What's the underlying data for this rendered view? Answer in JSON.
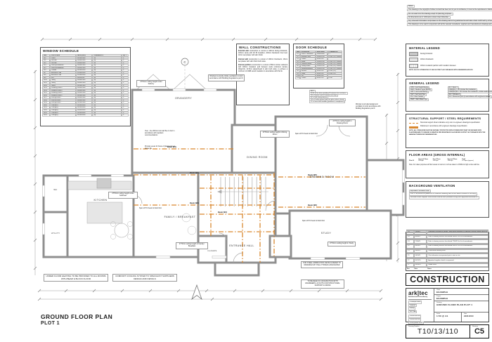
{
  "notes": {
    "lines": [
      "Notes:",
      "This drawing is the copyright of Arktec Ltd and has been lent to you in confidence; it must not be reproduced or disclosed to third parties without our prior permission.",
      "Do not scale from this drawing except for planning purposes.",
      "All dimensions are in millimetres unless noted otherwise.",
      "Any screened information incorporated on this drawing cannot be guaranteed as accurate unless confirmed by a fixed dimension.",
      "This drawing is to be read in conjunction with all the relevant consultants, suppliers and manufacturers drawings and information."
    ]
  },
  "material": {
    "title": "MATERIAL LEGEND",
    "items": [
      "Facing brickwork",
      "100mm blockwork",
      "100mm studwork partition with insulation between"
    ],
    "note": "NOTE: BLOCK STRENGTHS TO BE IN STRICT ACCORDANCE WITH ENGINEERS ADVICE"
  },
  "general": {
    "title": "GENERAL LEGEND",
    "left": [
      "FHB = Full Height Boxing",
      "MLB = Medium Level Boxing",
      "LLB = Low Level Boxing",
      "SVP = Soil Vent Pipe",
      "FS = Floor Socket",
      "RWP = Rain Water Pipe"
    ],
    "right": [
      "D1 = Door 1",
      "FD30(SC) = 30 minutes fire resistance",
      "FD30(SC)SS = 30 minutes fire resistance, smoke seals & cold smoke seals, self closing door",
      "W1 = Window 1",
      "MJ = Movement joint (in accordance with engineers details)"
    ]
  },
  "structural": {
    "title": "STRUCTURAL SUPPORT / STEEL REQUIREMENTS",
    "dashed_label": "Structural support shown indicative only, refer to engineers drawings & specification",
    "solid_label": "Padstones in accordance with engineers drawings & specification",
    "note": "NOTE: ALL STEELWORK MUST BE SUITABLY PROTECTED WITH INTUMESCENT PAINT OR ENCASED WITH PLASTERBOARD TO ENSURE 30 MINUTES FIRE RESISTANCE IS ACHIEVED IN STRICT ACCORDANCE WITH THE MANUFACTURERS RECOMMENDATIONS"
  },
  "floor_areas": {
    "title": "FLOOR AREAS (GROSS INTERNAL)",
    "headers": [
      "",
      "Ground Floor",
      "First Floor",
      "Second Floor",
      "Total"
    ],
    "row": [
      "Plot 01",
      "236sqm",
      "201sqm",
      "134sqm",
      "571sqm (approx)"
    ],
    "note": "Note: For sales purposes all floor areas to rooms in roof are taken to 1500mm high centre wall line."
  },
  "ventilation": {
    "title": "BACKGROUND VENTILATION",
    "lines": [
      "Equivalent Ventilator Area:",
      "Plot 1      =88,000mm2 (based on a 5 bedroom dwelling with a floor area in excess of 100 sqm)",
      "Window & door supplier must ensure that all units provided comply with approved document F."
    ]
  },
  "revisions": {
    "headers": [
      "Rev",
      "Date",
      "Notes"
    ],
    "rows": [
      [
        "C5",
        "23/09/11",
        "Doorframe relocated to garage, utility layout amended & underfloor heating manifold position amended"
      ],
      [
        "C4",
        "08/08/11",
        "Refer to drawing revision sheet dated 08/08/11 for list of amendments"
      ],
      [
        "C3",
        "27/06/11",
        "Refer to drawing revision sheet dated 27/06/11 for list of amendments"
      ],
      [
        "C2",
        "04/05/11",
        "Refer to drawing revision sheet dated 04/05/11 for list of amendments"
      ],
      [
        "C1",
        "14/02/11",
        "Construction drawing issue"
      ],
      [
        "T3",
        "24/01/11",
        "Client alterations incorporated prior to start on site"
      ],
      [
        "T2",
        "10/12/10",
        "Appointed suppliers details incorporated"
      ],
      [
        "T1",
        "29/10/10",
        "Tender issue"
      ]
    ]
  },
  "construction_label": "CONSTRUCTION",
  "titleblock": {
    "brand": "ark|tec",
    "tagline": "Architectural Consultancy",
    "address": [
      "1 Example Street",
      "Guildford",
      "Surrey",
      "GU1 1AA"
    ],
    "contacts": [
      "t 01483 000 000",
      "f 01483 000 000",
      "e info@arktec.co.uk",
      "w www.arktec.co.uk"
    ],
    "client_label": "Client",
    "client": "EXAMPLE",
    "project_label": "Project",
    "project": "EXAMPLE",
    "drawing_label": "Drawing",
    "drawing": "GROUND FLOOR PLAN PLOT 1",
    "scale_label": "Scale",
    "scale": "1:50 @ A1",
    "date_label": "Date",
    "date": "29/10/10",
    "number_label": "Drawing Number",
    "number": "T10/13/110",
    "revision_label": "Revision",
    "revision": "C5"
  },
  "window_schedule": {
    "title": "WINDOW SCHEDULE",
    "headers": [
      "REF",
      "LOCATION",
      "SIZE (mm)",
      "COMMENTS",
      "QTY"
    ],
    "rows": [
      [
        "W1",
        "Utility",
        "1200x1200",
        "[A]",
        "1"
      ],
      [
        "W2",
        "Kitchen",
        "1800x1200",
        "[A]",
        "1"
      ],
      [
        "W3",
        "Kitchen",
        "1800x1200",
        "[A]",
        "1"
      ],
      [
        "W4",
        "Family/Breakfast",
        "1800x1350",
        "[A]",
        "1"
      ],
      [
        "W5",
        "Family/Breakfast",
        "1800x1350",
        "[A]",
        "1"
      ],
      [
        "W6",
        "Cloaks",
        "1200x1050",
        "[A]",
        "1"
      ],
      [
        "W7",
        "Entrance Hall",
        "1050x1650",
        "[A]",
        "1"
      ],
      [
        "W8",
        "Entrance Hall",
        "1050x1650",
        "[A]",
        "1"
      ],
      [
        "W9",
        "WC",
        "900x1050",
        "[A]",
        "1"
      ],
      [
        "W10",
        "Study",
        "1800x1350",
        "[A]",
        "1"
      ],
      [
        "W11",
        "Study",
        "1800x1350",
        "[A]",
        "1"
      ],
      [
        "W12",
        "Study",
        "1200x1350",
        "[A]",
        "1"
      ],
      [
        "W13",
        "Drawing Room",
        "1800x1500",
        "[A]",
        "1"
      ],
      [
        "W14",
        "Drawing Room",
        "1800x1500",
        "[A]",
        "1"
      ],
      [
        "W15",
        "Drawing Room",
        "1800x1500",
        "[A]",
        "1"
      ],
      [
        "W16",
        "Drawing Room",
        "1200x1500",
        "[A]",
        "1"
      ],
      [
        "W17",
        "Dining Room",
        "1800x1500",
        "[A]",
        "1"
      ],
      [
        "W18",
        "Dining Room",
        "1800x1500",
        "[A]",
        "1"
      ],
      [
        "W19",
        "Dining Room",
        "1200x1500",
        "[A]",
        "1"
      ],
      [
        "W20",
        "Orangery",
        "1200x1800",
        "[A]",
        "1"
      ],
      [
        "W21",
        "Orangery",
        "1200x1800",
        "[A]",
        "1"
      ],
      [
        "W22",
        "Orangery",
        "1800x1800",
        "[A]",
        "1"
      ],
      [
        "W23",
        "Orangery",
        "1200x1800",
        "[A]",
        "1"
      ],
      [
        "W24",
        "Orangery",
        "1200x1800",
        "[A]",
        "1"
      ]
    ]
  },
  "wall_constructions": {
    "title": "WALL CONSTRUCTIONS",
    "paras": [
      [
        "External wall ",
        "construction to consist of 102mm facing brickwork, 100mm cavity with full fill insulation, 100mm blockwork inner leaf, 13mm wet plaster with skim finish."
      ],
      [
        "Internal wall ",
        "construction to consist of 100mm blockwork, 13mm wet plaster with skim finish both sides."
      ],
      [
        "Internal partition ",
        "construction to consist of 89mm timber studwork with 100mm insulation quilt between studs (minimum density 10kg/m3), 12.5mm plasterboard & skim both sides, to achieve a minimum of 40dB sound insulation in accordance with Part E."
      ]
    ]
  },
  "door_schedule": {
    "title": "DOOR SCHEDULE",
    "headers": [
      "REF",
      "LOCATION",
      "SIZE (mm)",
      "COMMENTS"
    ],
    "rows": [
      [
        "D1",
        "Porch > Entrance",
        "1800x2400",
        "LT"
      ],
      [
        "D2",
        "Entrance Hall",
        "2400x2100",
        "FD30 (SC) Glazed"
      ],
      [
        "D3",
        "Cloaks",
        "900x2100",
        ""
      ],
      [
        "D4",
        "Study",
        "2400x2100",
        "FD30 (SC) Glazed"
      ],
      [
        "D5",
        "Drawing Room",
        "2400x2100",
        "FD30 (SC) Glazed"
      ],
      [
        "D6",
        "Dining Room",
        "2400x2100",
        "FD30 (SC) Glazed"
      ],
      [
        "D7",
        "Family/Breakfast",
        "2400x2100",
        "FD30 (SC) Glazed"
      ],
      [
        "D8",
        "Kitchen",
        "900x2100",
        "FD30 (SC)"
      ],
      [
        "D9",
        "Utility",
        "900x2100",
        "FD30 (SC)"
      ],
      [
        "D10",
        "WC",
        "800x2100",
        ""
      ],
      [
        "D11",
        "Cloaks",
        "800x2100",
        "FD30"
      ]
    ],
    "key": [
      "KEY:",
      "FD30 = Fire door providing 30 minutes fire resistance",
      "SS = Smoke seals & intumescent strips",
      "SC = Self closing device",
      "DG = Double glazed (obscure glass where shown)",
      "LT = Lever latch handles (positions in compliance)"
    ]
  },
  "plan": {
    "title": "GROUND FLOOR PLAN",
    "subtitle": "PLOT 1",
    "grid_bubble": "C",
    "rooms": {
      "orangery": "ORANGERY",
      "dining": "DINING ROOM",
      "drawing": "DRAWING ROOM",
      "study": "STUDY",
      "kitchen": "KITCHEN",
      "family": "FAMILY / BREAKFAST",
      "utility": "UTILITY",
      "wc": "WC",
      "hall": "ENTRANCE HALL",
      "cloaks": "CLOAKS"
    },
    "beams": [
      "Beam (B1)",
      "Beam (B2)",
      "Beam (B3)",
      "Beam (B4)",
      "Beam (B5)",
      "Beam (B6)"
    ],
    "notes": {
      "vent": "Window to provide trickle ventilation in strict accordance with Building Regulations part F.",
      "vent2": "Window to provide background ventilation in strict accordance with Building Regulations part F.",
      "orangery_ch": "2770mm ceiling height under balcony",
      "dining_ch": "2770mm ceiling height in Dining Room",
      "drawing_ch": "2770mm ceiling height in Drawing Room",
      "kitchen_ch": "2770mm ceiling height under bulkhead",
      "family_ch": "2770mm ceiling height in Family / Breakfast",
      "study_ch": "2770mm ceiling height in Study",
      "fire_note": "Over - line 200mm twin wall flue in duct in accordance with suppliers recommendations",
      "plasma_note": "Provide recess for future of plasma screen above fire",
      "span_note": "Span of P/C beam & block floor",
      "steel_box": "FOR STEEL FABRICATION DETAILS REFER TO DRAWINGS BY PAUL THOMAS ASSOCIATES",
      "conj_box": "TO BE READ IN CONJUNCTION WITH ENGINEERS LAYOUTS FOR STRUCTURAL SUPPORT & SPANS",
      "ufh_box": "UNDER FLOOR HEATING TO BE PROVIDED TO ALL ROOMS WITH BEAM & BLOCK FLOOR",
      "cooling_box": "COMFORT COOLING SYSTEM TO SPECIALIST SUPPLIERS DESIGN AND DETAILS"
    },
    "colors": {
      "beam_orange": "#d9882f",
      "wall_gray": "#8f8f8f"
    }
  }
}
